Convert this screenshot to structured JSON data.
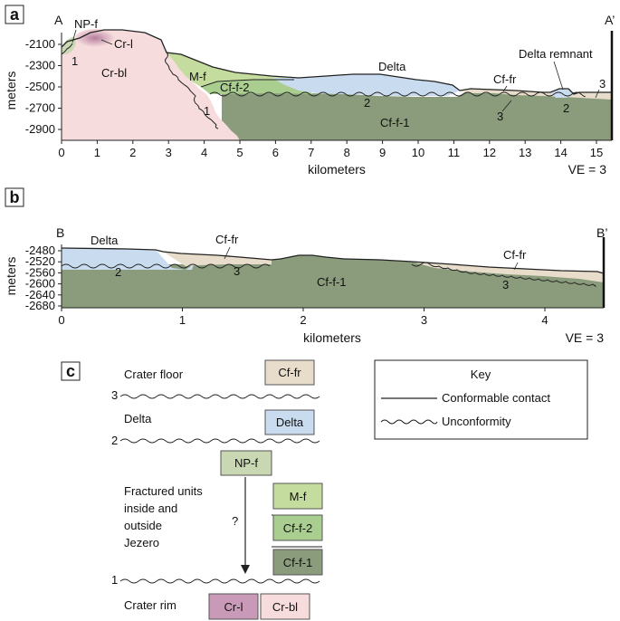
{
  "panel_a": {
    "label": "a",
    "end_left": "A",
    "end_right": "A’",
    "ylabel": "meters",
    "xlabel": "kilometers",
    "ve": "VE = 3",
    "yticks": [
      "-2100",
      "-2300",
      "-2500",
      "-2700",
      "-2900"
    ],
    "xticks": [
      "0",
      "1",
      "2",
      "3",
      "4",
      "5",
      "6",
      "7",
      "8",
      "9",
      "10",
      "11",
      "12",
      "13",
      "14",
      "15"
    ],
    "units": {
      "npf": "NP-f",
      "crl": "Cr-l",
      "crbl": "Cr-bl",
      "mf": "M-f",
      "cff2": "Cf-f-2",
      "delta": "Delta",
      "cffr": "Cf-fr",
      "delta_remnant": "Delta remnant",
      "cff1": "Cf-f-1"
    },
    "unconformity_labels": [
      "1",
      "1",
      "2",
      "3",
      "2",
      "3"
    ]
  },
  "panel_b": {
    "label": "b",
    "end_left": "B",
    "end_right": "B’",
    "ylabel": "meters",
    "xlabel": "kilometers",
    "ve": "VE = 3",
    "yticks": [
      "-2480",
      "-2520",
      "-2560",
      "-2600",
      "-2640",
      "-2680"
    ],
    "xticks": [
      "0",
      "1",
      "2",
      "3",
      "4"
    ],
    "units": {
      "delta": "Delta",
      "cffr1": "Cf-fr",
      "cffr2": "Cf-fr",
      "cff1": "Cf-f-1"
    },
    "unconformity_labels": [
      "2",
      "3",
      "3"
    ]
  },
  "panel_c": {
    "label": "c",
    "crater_floor": "Crater floor",
    "delta": "Delta",
    "fractured": [
      "Fractured units",
      "inside and",
      "outside",
      "Jezero"
    ],
    "question": "?",
    "crater_rim": "Crater rim",
    "num3": "3",
    "num2": "2",
    "num1": "1",
    "boxes": {
      "cffr": "Cf-fr",
      "delta": "Delta",
      "npf": "NP-f",
      "mf": "M-f",
      "cff2": "Cf-f-2",
      "cff1": "Cf-f-1",
      "crl": "Cr-l",
      "crbl": "Cr-bl"
    },
    "key": {
      "title": "Key",
      "conformable": "Conformable contact",
      "unconformity": "Unconformity"
    }
  },
  "colors": {
    "crbl": "#f6dcdc",
    "crl": "#c99ab7",
    "npf": "#c9d8b3",
    "mf": "#c4dc9e",
    "cff2": "#a9ce8f",
    "cff1": "#8a9c7b",
    "delta": "#c9dcef",
    "cffr": "#e8dccb"
  }
}
